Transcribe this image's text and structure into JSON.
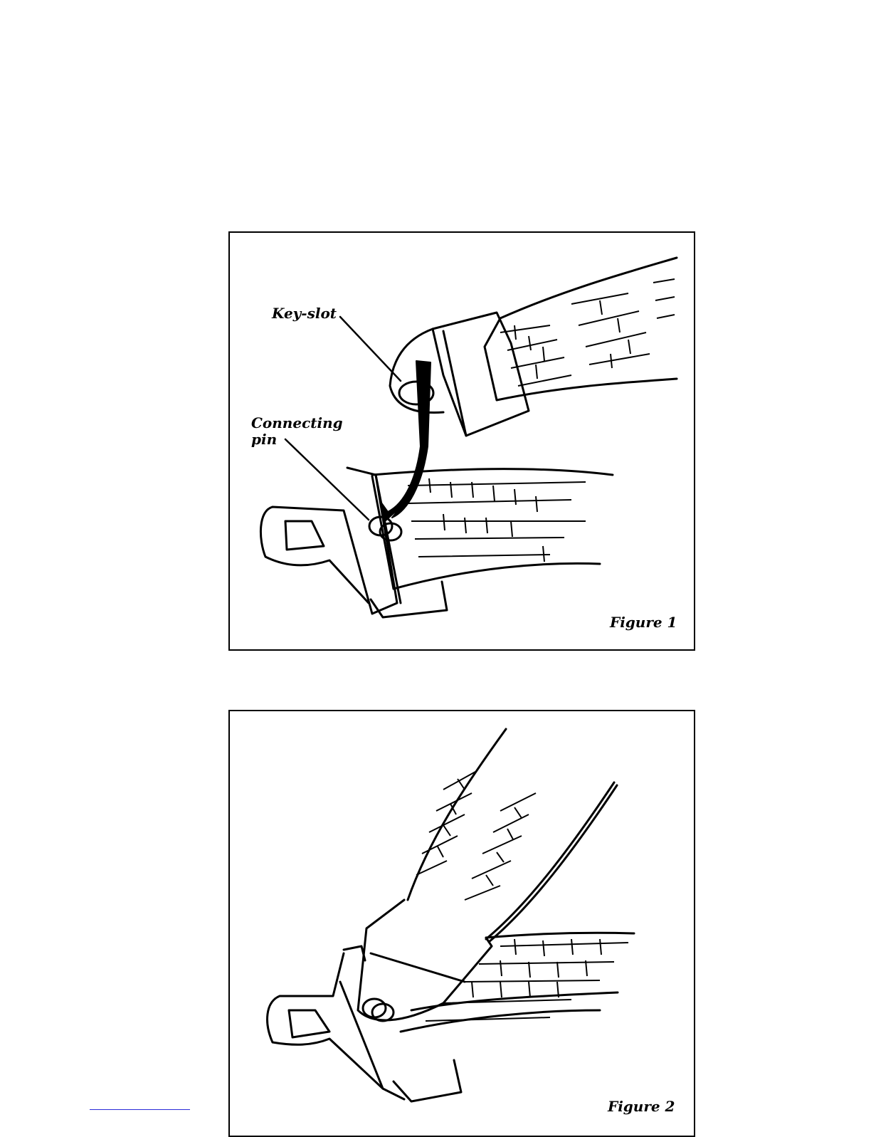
{
  "figure1": {
    "label_keyslot": "Key-slot",
    "label_connecting_pin": "Connecting\npin",
    "caption": "Figure 1"
  },
  "figure2": {
    "caption": "Figure 2"
  }
}
